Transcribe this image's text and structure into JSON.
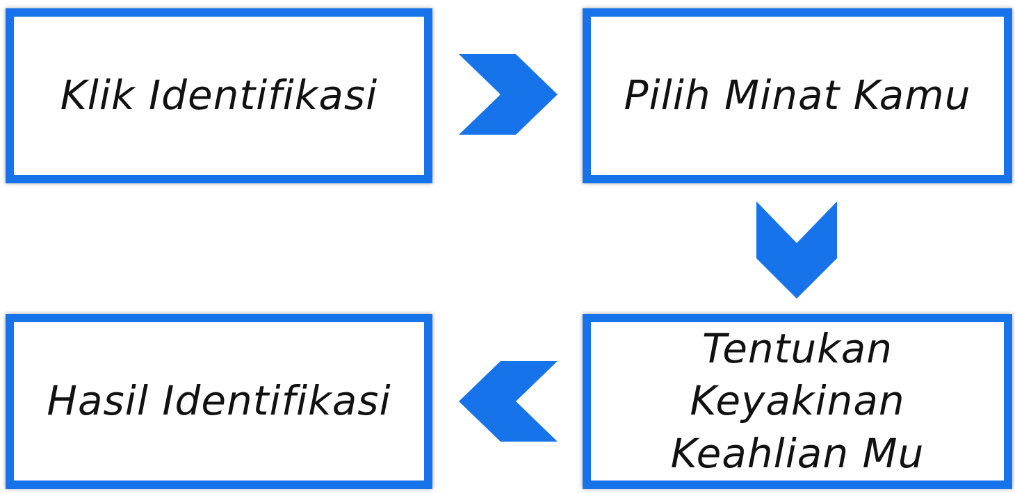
{
  "colors": {
    "accent": "#1673ea",
    "text": "#111111",
    "background": "#ffffff"
  },
  "steps": [
    {
      "label": "Klik Identifikasi"
    },
    {
      "label": "Pilih Minat Kamu"
    },
    {
      "label": "Tentukan Keyakinan\nKeahlian Mu"
    },
    {
      "label": "Hasil Identifikasi"
    }
  ],
  "arrows": [
    {
      "icon": "chevron-right-icon",
      "from": 1,
      "to": 2
    },
    {
      "icon": "chevron-down-icon",
      "from": 2,
      "to": 3
    },
    {
      "icon": "chevron-left-icon",
      "from": 3,
      "to": 4
    }
  ]
}
